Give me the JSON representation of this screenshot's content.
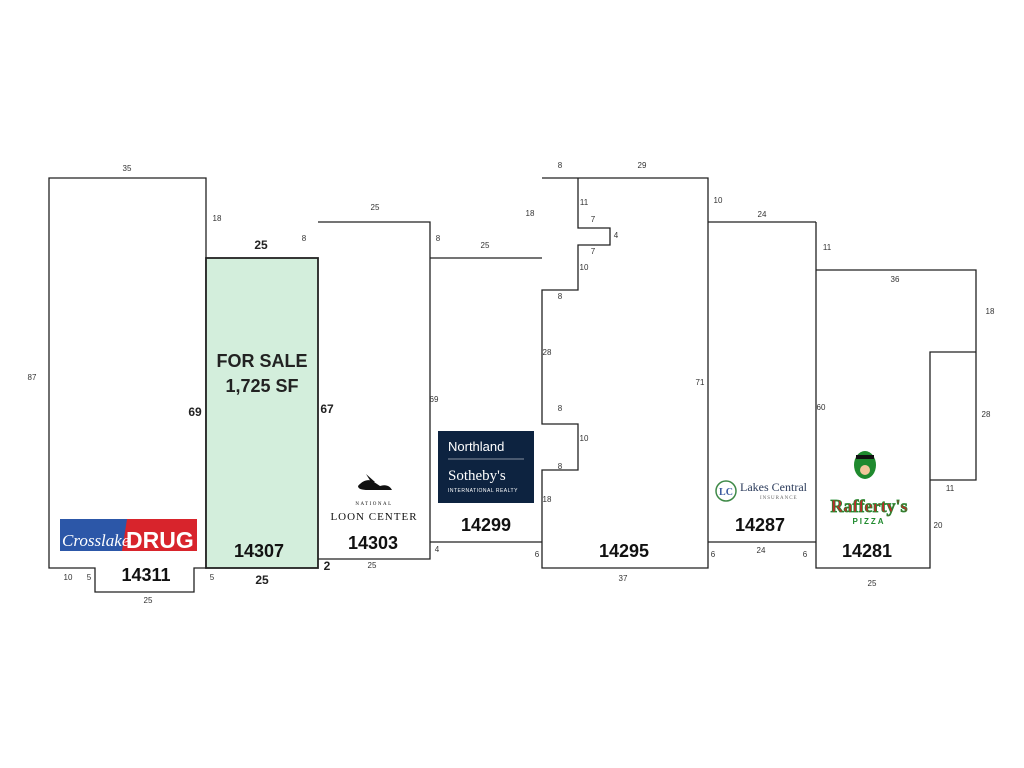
{
  "for_sale": {
    "line1": "FOR SALE",
    "line2": "1,725 SF",
    "fill_color": "#d3eedc"
  },
  "units": [
    {
      "address": "14311",
      "tenant_logo_text": [
        "Crosslake",
        "DRUG"
      ]
    },
    {
      "address": "14307"
    },
    {
      "address": "14303",
      "tenant_logo_text": [
        "NATIONAL",
        "LOON CENTER"
      ]
    },
    {
      "address": "14299",
      "tenant_logo_text": [
        "Northland",
        "Sotheby's",
        "INTERNATIONAL REALTY"
      ]
    },
    {
      "address": "14295"
    },
    {
      "address": "14287",
      "tenant_logo_text": [
        "LC",
        "Lakes Central",
        "INSURANCE"
      ]
    },
    {
      "address": "14281",
      "tenant_logo_text": [
        "Rafferty's",
        "PIZZA"
      ]
    }
  ],
  "dimensions": [
    {
      "label": "35",
      "style": "small"
    },
    {
      "label": "87",
      "style": "small"
    },
    {
      "label": "18",
      "style": "small"
    },
    {
      "label": "69",
      "style": "big"
    },
    {
      "label": "10",
      "style": "small"
    },
    {
      "label": "5",
      "style": "small"
    },
    {
      "label": "5",
      "style": "small"
    },
    {
      "label": "25",
      "style": "small"
    },
    {
      "label": "25",
      "style": "big"
    },
    {
      "label": "8",
      "style": "small"
    },
    {
      "label": "67",
      "style": "big"
    },
    {
      "label": "25",
      "style": "big"
    },
    {
      "label": "2",
      "style": "big"
    },
    {
      "label": "25",
      "style": "small"
    },
    {
      "label": "8",
      "style": "small"
    },
    {
      "label": "69",
      "style": "small"
    },
    {
      "label": "25",
      "style": "small"
    },
    {
      "label": "4",
      "style": "small"
    },
    {
      "label": "25",
      "style": "small"
    },
    {
      "label": "18",
      "style": "small"
    },
    {
      "label": "8",
      "style": "small"
    },
    {
      "label": "29",
      "style": "small"
    },
    {
      "label": "11",
      "style": "small"
    },
    {
      "label": "7",
      "style": "small"
    },
    {
      "label": "4",
      "style": "small"
    },
    {
      "label": "7",
      "style": "small"
    },
    {
      "label": "10",
      "style": "small"
    },
    {
      "label": "8",
      "style": "small"
    },
    {
      "label": "28",
      "style": "small"
    },
    {
      "label": "8",
      "style": "small"
    },
    {
      "label": "10",
      "style": "small"
    },
    {
      "label": "8",
      "style": "small"
    },
    {
      "label": "18",
      "style": "small"
    },
    {
      "label": "6",
      "style": "small"
    },
    {
      "label": "71",
      "style": "small"
    },
    {
      "label": "37",
      "style": "small"
    },
    {
      "label": "10",
      "style": "small"
    },
    {
      "label": "24",
      "style": "small"
    },
    {
      "label": "6",
      "style": "small"
    },
    {
      "label": "24",
      "style": "small"
    },
    {
      "label": "6",
      "style": "small"
    },
    {
      "label": "11",
      "style": "small"
    },
    {
      "label": "36",
      "style": "small"
    },
    {
      "label": "18",
      "style": "small"
    },
    {
      "label": "60",
      "style": "small"
    },
    {
      "label": "28",
      "style": "small"
    },
    {
      "label": "11",
      "style": "small"
    },
    {
      "label": "20",
      "style": "small"
    },
    {
      "label": "25",
      "style": "small"
    }
  ],
  "colors": {
    "drug_blue": "#2c57a8",
    "drug_red": "#d8242c",
    "sothebys_navy": "#0d2340",
    "lakes_green": "#3f8a48",
    "rafferty_green": "#1f8a2e",
    "rafferty_red": "#c0282a"
  }
}
